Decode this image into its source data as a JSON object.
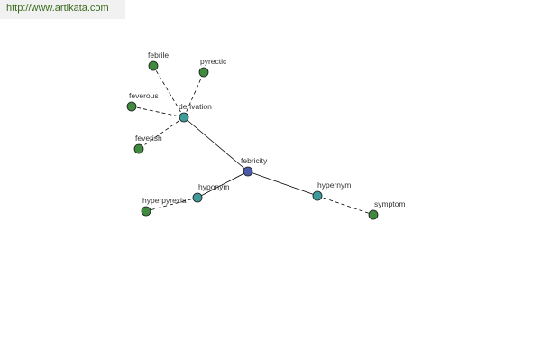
{
  "header": {
    "url": "http://www.artikata.com"
  },
  "colors": {
    "leaf": "#3f8a3f",
    "relation": "#3f9a9a",
    "root": "#4a5aa8",
    "edge": "#000000",
    "url_text": "#3a6b1c"
  },
  "graph": {
    "nodes": [
      {
        "id": "febricity",
        "label": "febricity",
        "kind": "root"
      },
      {
        "id": "derivation",
        "label": "derivation",
        "kind": "relation"
      },
      {
        "id": "hyponym",
        "label": "hyponym",
        "kind": "relation"
      },
      {
        "id": "hypernym",
        "label": "hypernym",
        "kind": "relation"
      },
      {
        "id": "febrile",
        "label": "febrile",
        "kind": "leaf"
      },
      {
        "id": "pyrectic",
        "label": "pyrectic",
        "kind": "leaf"
      },
      {
        "id": "feverous",
        "label": "feverous",
        "kind": "leaf"
      },
      {
        "id": "feverish",
        "label": "feverish",
        "kind": "leaf"
      },
      {
        "id": "hyperpyrexia",
        "label": "hyperpyrexia",
        "kind": "leaf"
      },
      {
        "id": "symptom",
        "label": "symptom",
        "kind": "leaf"
      }
    ],
    "edges": [
      {
        "from": "febricity",
        "to": "derivation",
        "style": "solid"
      },
      {
        "from": "febricity",
        "to": "hyponym",
        "style": "solid"
      },
      {
        "from": "febricity",
        "to": "hypernym",
        "style": "solid"
      },
      {
        "from": "derivation",
        "to": "febrile",
        "style": "dashed"
      },
      {
        "from": "derivation",
        "to": "pyrectic",
        "style": "dashed"
      },
      {
        "from": "derivation",
        "to": "feverous",
        "style": "dashed"
      },
      {
        "from": "derivation",
        "to": "feverish",
        "style": "dashed"
      },
      {
        "from": "hyponym",
        "to": "hyperpyrexia",
        "style": "dashed"
      },
      {
        "from": "hypernym",
        "to": "symptom",
        "style": "dashed"
      }
    ]
  }
}
